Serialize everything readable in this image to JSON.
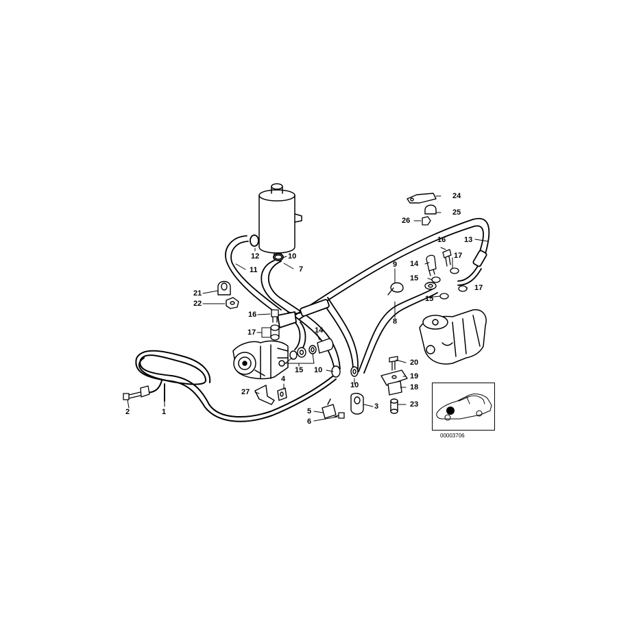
{
  "diagram": {
    "callouts": [
      {
        "id": "c1",
        "text": "1"
      },
      {
        "id": "c2",
        "text": "2"
      },
      {
        "id": "c3",
        "text": "3"
      },
      {
        "id": "c4",
        "text": "4"
      },
      {
        "id": "c5",
        "text": "5"
      },
      {
        "id": "c6",
        "text": "6"
      },
      {
        "id": "c7",
        "text": "7"
      },
      {
        "id": "c8",
        "text": "8"
      },
      {
        "id": "c9",
        "text": "9"
      },
      {
        "id": "c10a",
        "text": "10"
      },
      {
        "id": "c10b",
        "text": "10"
      },
      {
        "id": "c10c",
        "text": "10"
      },
      {
        "id": "c11",
        "text": "11"
      },
      {
        "id": "c12",
        "text": "12"
      },
      {
        "id": "c13",
        "text": "13"
      },
      {
        "id": "c14a",
        "text": "14"
      },
      {
        "id": "c14b",
        "text": "14"
      },
      {
        "id": "c15a",
        "text": "15"
      },
      {
        "id": "c15b",
        "text": "15"
      },
      {
        "id": "c15c",
        "text": "15"
      },
      {
        "id": "c16a",
        "text": "16"
      },
      {
        "id": "c16b",
        "text": "16"
      },
      {
        "id": "c17a",
        "text": "17"
      },
      {
        "id": "c17b",
        "text": "17"
      },
      {
        "id": "c17c",
        "text": "17"
      },
      {
        "id": "c18",
        "text": "18"
      },
      {
        "id": "c19",
        "text": "19"
      },
      {
        "id": "c20",
        "text": "20"
      },
      {
        "id": "c21",
        "text": "21"
      },
      {
        "id": "c22",
        "text": "22"
      },
      {
        "id": "c23",
        "text": "23"
      },
      {
        "id": "c24",
        "text": "24"
      },
      {
        "id": "c25",
        "text": "25"
      },
      {
        "id": "c26",
        "text": "26"
      },
      {
        "id": "c27",
        "text": "27"
      }
    ],
    "reference_code": "00003706"
  }
}
